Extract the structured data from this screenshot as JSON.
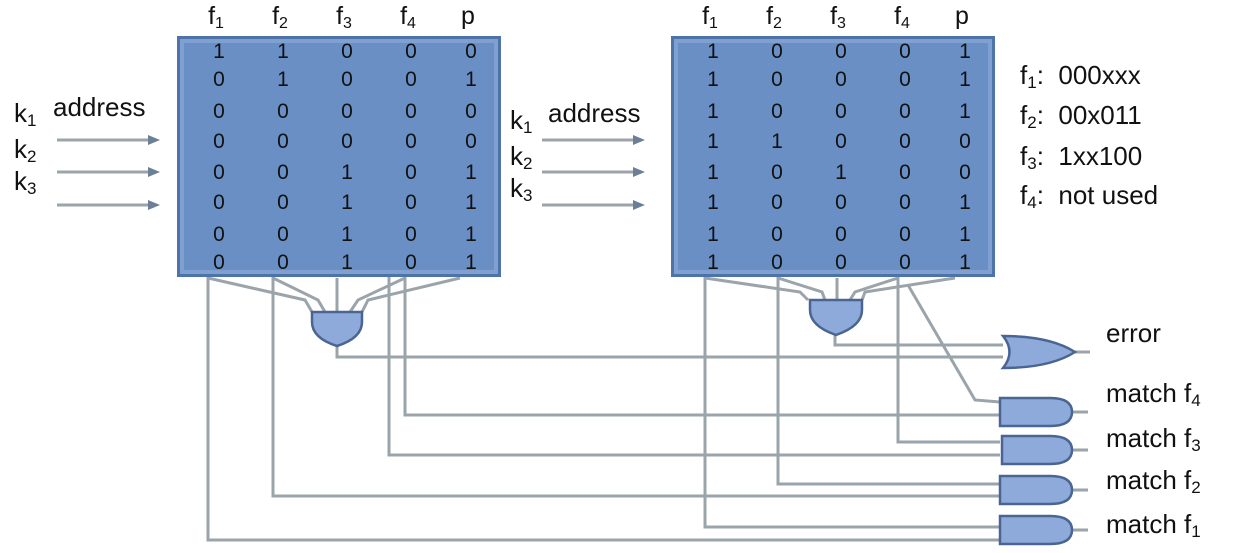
{
  "memory_left": {
    "columns": [
      {
        "name": "f",
        "sub": "1"
      },
      {
        "name": "f",
        "sub": "2"
      },
      {
        "name": "f",
        "sub": "3"
      },
      {
        "name": "f",
        "sub": "4"
      },
      {
        "name": "p",
        "sub": ""
      }
    ],
    "rows": [
      [
        "1",
        "1",
        "0",
        "0",
        "0"
      ],
      [
        "0",
        "1",
        "0",
        "0",
        "1"
      ],
      [
        "0",
        "0",
        "0",
        "0",
        "0"
      ],
      [
        "0",
        "0",
        "0",
        "0",
        "0"
      ],
      [
        "0",
        "0",
        "1",
        "0",
        "1"
      ],
      [
        "0",
        "0",
        "1",
        "0",
        "1"
      ],
      [
        "0",
        "0",
        "1",
        "0",
        "1"
      ],
      [
        "0",
        "0",
        "1",
        "0",
        "1"
      ]
    ],
    "address_label": "address",
    "inputs": [
      {
        "name": "k",
        "sub": "1"
      },
      {
        "name": "k",
        "sub": "2"
      },
      {
        "name": "k",
        "sub": "3"
      }
    ]
  },
  "memory_right": {
    "columns": [
      {
        "name": "f",
        "sub": "1"
      },
      {
        "name": "f",
        "sub": "2"
      },
      {
        "name": "f",
        "sub": "3"
      },
      {
        "name": "f",
        "sub": "4"
      },
      {
        "name": "p",
        "sub": ""
      }
    ],
    "rows": [
      [
        "1",
        "0",
        "0",
        "0",
        "1"
      ],
      [
        "1",
        "0",
        "0",
        "0",
        "1"
      ],
      [
        "1",
        "0",
        "0",
        "0",
        "1"
      ],
      [
        "1",
        "1",
        "0",
        "0",
        "0"
      ],
      [
        "1",
        "0",
        "1",
        "0",
        "0"
      ],
      [
        "1",
        "0",
        "0",
        "0",
        "1"
      ],
      [
        "1",
        "0",
        "0",
        "0",
        "1"
      ],
      [
        "1",
        "0",
        "0",
        "0",
        "1"
      ]
    ],
    "address_label": "address",
    "inputs": [
      {
        "name": "k",
        "sub": "1"
      },
      {
        "name": "k",
        "sub": "2"
      },
      {
        "name": "k",
        "sub": "3"
      }
    ]
  },
  "legend": [
    {
      "name": "f",
      "sub": "1",
      "value": "000xxx"
    },
    {
      "name": "f",
      "sub": "2",
      "value": "00x011"
    },
    {
      "name": "f",
      "sub": "3",
      "value": "1xx100"
    },
    {
      "name": "f",
      "sub": "4",
      "value": "not used"
    }
  ],
  "outputs": [
    {
      "label": "error",
      "sub": ""
    },
    {
      "label": "match f",
      "sub": "4"
    },
    {
      "label": "match f",
      "sub": "3"
    },
    {
      "label": "match f",
      "sub": "2"
    },
    {
      "label": "match f",
      "sub": "1"
    }
  ],
  "colors": {
    "memory_fill": "#6a8fc5",
    "memory_border": "#4e73a8",
    "gate_fill": "#8eaadb",
    "gate_stroke": "#4a6591",
    "wire": "#9aa4aa"
  }
}
